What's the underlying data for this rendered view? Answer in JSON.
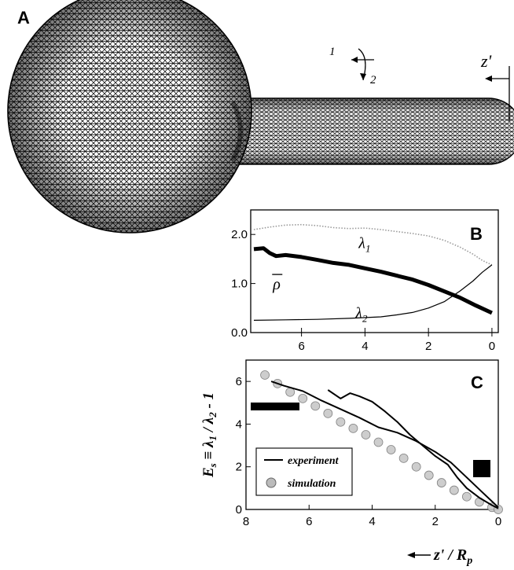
{
  "figure": {
    "panel_a": {
      "letter": "A",
      "arrow_label_1": "1",
      "arrow_label_2": "2",
      "axis_label": "z'"
    },
    "panel_b": {
      "letter": "B"
    },
    "panel_c": {
      "letter": "C"
    },
    "x_axis_label": "z' / R",
    "x_axis_label_sub": "p"
  },
  "chart_data": [
    {
      "type": "line",
      "panel": "B",
      "xlim": [
        7.6,
        -0.2
      ],
      "ylim": [
        0.0,
        2.5
      ],
      "x_ticks": [
        6,
        4,
        2,
        0
      ],
      "y_ticks": [
        0.0,
        1.0,
        2.0
      ],
      "y_tick_labels": [
        "0.0",
        "1.0",
        "2.0"
      ],
      "grid": false,
      "series": [
        {
          "name": "λ1",
          "label_main": "λ",
          "label_sub": "1",
          "style": "dotted",
          "color": "#999999",
          "x": [
            7.5,
            7.0,
            6.5,
            6.0,
            5.5,
            5.0,
            4.5,
            4.0,
            3.5,
            3.0,
            2.5,
            2.0,
            1.5,
            1.0,
            0.6,
            0.3,
            0.0
          ],
          "y": [
            2.1,
            2.15,
            2.19,
            2.2,
            2.18,
            2.14,
            2.12,
            2.13,
            2.1,
            2.06,
            2.02,
            1.97,
            1.88,
            1.74,
            1.6,
            1.47,
            1.38
          ]
        },
        {
          "name": "ρ̄",
          "label_main": "ρ",
          "label_sub": "",
          "style": "thick",
          "color": "#000000",
          "x": [
            7.5,
            7.2,
            7.0,
            6.8,
            6.5,
            6.0,
            5.5,
            5.0,
            4.5,
            4.0,
            3.5,
            3.0,
            2.5,
            2.0,
            1.5,
            1.0,
            0.5,
            0.0
          ],
          "y": [
            1.7,
            1.72,
            1.62,
            1.56,
            1.58,
            1.54,
            1.48,
            1.42,
            1.38,
            1.31,
            1.24,
            1.16,
            1.08,
            0.97,
            0.84,
            0.71,
            0.55,
            0.4
          ]
        },
        {
          "name": "λ2",
          "label_main": "λ",
          "label_sub": "2",
          "style": "thin",
          "color": "#000000",
          "x": [
            7.5,
            6.5,
            5.5,
            4.5,
            3.5,
            3.0,
            2.5,
            2.0,
            1.5,
            1.0,
            0.6,
            0.3,
            0.0
          ],
          "y": [
            0.25,
            0.26,
            0.27,
            0.29,
            0.32,
            0.36,
            0.41,
            0.5,
            0.63,
            0.85,
            1.05,
            1.23,
            1.38
          ]
        }
      ]
    },
    {
      "type": "line",
      "panel": "C",
      "ylabel": "E",
      "ylabel_sub": "s",
      "ylabel_rest": " ≡ λ",
      "ylabel_sub1": "1",
      "ylabel_mid": " / λ",
      "ylabel_sub2": "2",
      "ylabel_end": " - 1",
      "xlim": [
        8,
        0
      ],
      "ylim": [
        0,
        7
      ],
      "x_ticks": [
        8,
        6,
        4,
        2,
        0
      ],
      "y_ticks": [
        0,
        2,
        4,
        6
      ],
      "legend_position": "bottom-left",
      "grid": false,
      "series": [
        {
          "name": "experiment",
          "style": "solid",
          "color": "#000000",
          "x": [
            7.2,
            6.8,
            6.2,
            5.6,
            5.0,
            4.4,
            3.8,
            3.2,
            2.6,
            2.0,
            1.5,
            1.0,
            0.5,
            0.0
          ],
          "y": [
            6.0,
            5.8,
            5.55,
            5.1,
            4.7,
            4.3,
            3.85,
            3.6,
            3.2,
            2.7,
            2.2,
            1.5,
            0.8,
            0.1
          ]
        },
        {
          "name": "experiment (second trace)",
          "style": "solid",
          "color": "#000000",
          "x": [
            5.4,
            5.0,
            4.7,
            4.4,
            4.0,
            3.6,
            3.2,
            2.8,
            2.4,
            2.0,
            1.6,
            1.3,
            1.0,
            0.6,
            0.2,
            0.0
          ],
          "y": [
            5.6,
            5.2,
            5.45,
            5.3,
            5.05,
            4.6,
            4.1,
            3.5,
            3.0,
            2.5,
            2.1,
            1.5,
            1.0,
            0.55,
            0.2,
            0.05
          ]
        },
        {
          "name": "simulation",
          "style": "markers",
          "color": "#8a8a8a",
          "x": [
            7.4,
            7.0,
            6.6,
            6.2,
            5.8,
            5.4,
            5.0,
            4.6,
            4.2,
            3.8,
            3.4,
            3.0,
            2.6,
            2.2,
            1.8,
            1.4,
            1.0,
            0.6,
            0.2,
            0.0
          ],
          "y": [
            6.3,
            5.9,
            5.5,
            5.2,
            4.85,
            4.5,
            4.1,
            3.8,
            3.5,
            3.15,
            2.8,
            2.4,
            2.0,
            1.6,
            1.25,
            0.9,
            0.6,
            0.35,
            0.1,
            0.0
          ]
        }
      ]
    }
  ]
}
